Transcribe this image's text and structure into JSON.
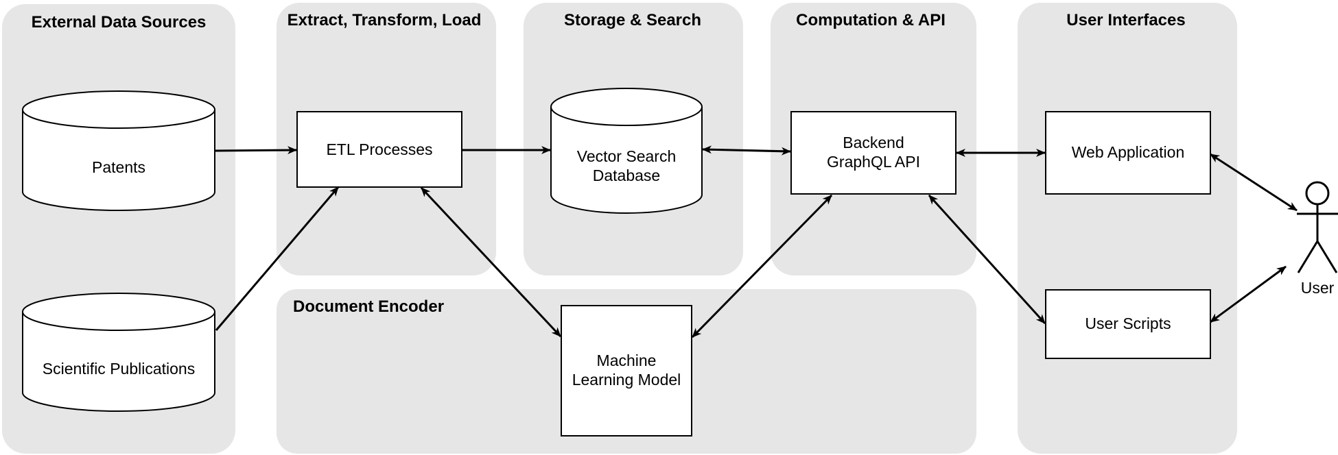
{
  "groups": {
    "external": {
      "title": "External Data Sources"
    },
    "etl": {
      "title": "Extract, Transform, Load"
    },
    "storage": {
      "title": "Storage & Search"
    },
    "compute": {
      "title": "Computation & API"
    },
    "ui": {
      "title": "User Interfaces"
    },
    "encoder": {
      "title": "Document Encoder"
    }
  },
  "nodes": {
    "patents": {
      "label": "Patents"
    },
    "publications": {
      "label": "Scientific Publications"
    },
    "etl_processes": {
      "label": "ETL Processes"
    },
    "vector_db": {
      "line1": "Vector Search",
      "line2": "Database"
    },
    "backend": {
      "line1": "Backend",
      "line2": "GraphQL API"
    },
    "web_app": {
      "label": "Web Application"
    },
    "user_scripts": {
      "label": "User Scripts"
    },
    "ml_model": {
      "line1": "Machine",
      "line2": "Learning Model"
    },
    "user": {
      "label": "User"
    }
  },
  "colors": {
    "group_fill": "#e6e6e6",
    "node_fill": "#ffffff",
    "stroke": "#000000"
  }
}
